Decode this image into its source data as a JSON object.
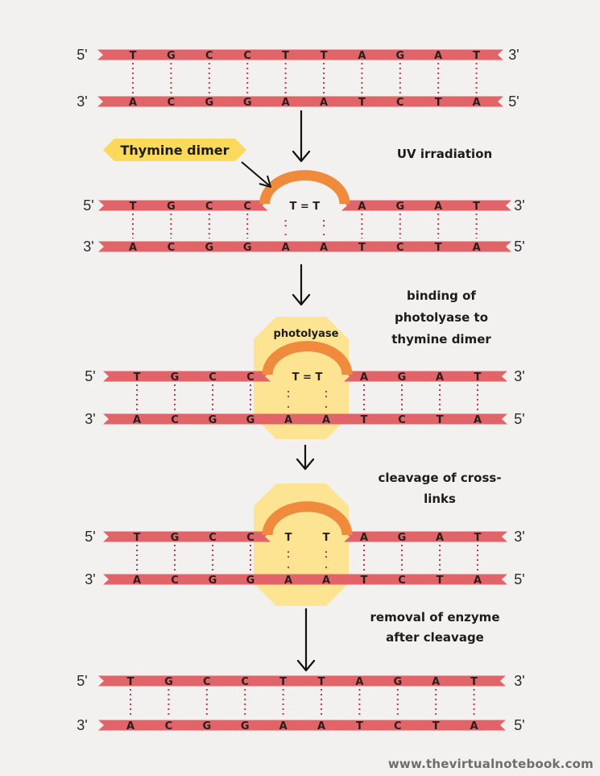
{
  "colors": {
    "background": "#f3f1ef",
    "strand": "#e06468",
    "bond": "#c2374a",
    "arc": "#f08a3c",
    "enzyme": "#fde38a",
    "label_bubble": "#fbd95a"
  },
  "end_labels": {
    "five": "5'",
    "three": "3'"
  },
  "top_strand": [
    "T",
    "G",
    "C",
    "C",
    "T",
    "T",
    "A",
    "G",
    "A",
    "T"
  ],
  "bottom_strand": [
    "A",
    "C",
    "G",
    "G",
    "A",
    "A",
    "T",
    "C",
    "T",
    "A"
  ],
  "labels": {
    "thymine_dimer": "Thymine dimer",
    "uv": "UV irradiation",
    "binding": [
      "binding of",
      "photolyase to",
      "thymine dimer"
    ],
    "photolyase": "photolyase",
    "cleavage": [
      "cleavage of cross-",
      "links"
    ],
    "removal": [
      "removal of enzyme",
      "after cleavage"
    ],
    "dimer_bond": "T = T"
  },
  "watermark": "www.thevirtualnotebook.com"
}
